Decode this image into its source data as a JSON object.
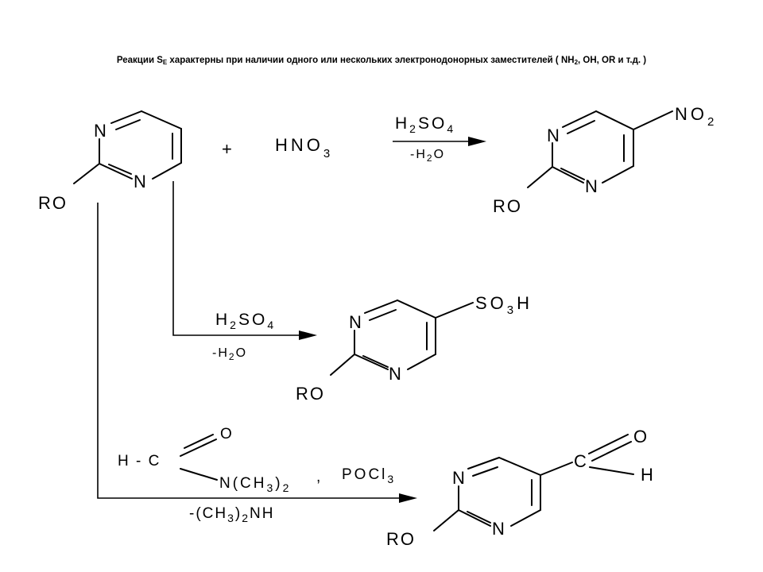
{
  "title": {
    "part1": "Реакции  S",
    "sub_e": "E",
    "part2": " характерны при наличии одного или нескольких электронодонорных заместителей ( NH",
    "sub_2": "2",
    "part3": ", OH, OR и т.д. )"
  },
  "atoms": {
    "n": "N",
    "ro": "RO",
    "o": "O",
    "c": "C",
    "h": "H"
  },
  "reagents": {
    "plus": "+",
    "hno3_main": "HNO",
    "hno3_sub": "3",
    "h2so4_h": "H",
    "h2so4_2": "2",
    "h2so4_so": "SO",
    "h2so4_4": "4",
    "minus_h2o_a": "-H",
    "minus_h2o_2": "2",
    "minus_h2o_b": "O",
    "no2_main": "NO",
    "no2_sub": "2",
    "so3h_a": "SO",
    "so3h_3": "3",
    "so3h_b": "H",
    "hc": "H - C",
    "nme2_a": "N(CH",
    "nme2_3": "3",
    "nme2_b": ")",
    "nme2_2": "2",
    "comma": ",",
    "pocl3_main": "POCl",
    "pocl3_sub": "3",
    "me2nh_a": "-(CH",
    "me2nh_3": "3",
    "me2nh_b": ")",
    "me2nh_2": "2",
    "me2nh_c": "NH"
  }
}
